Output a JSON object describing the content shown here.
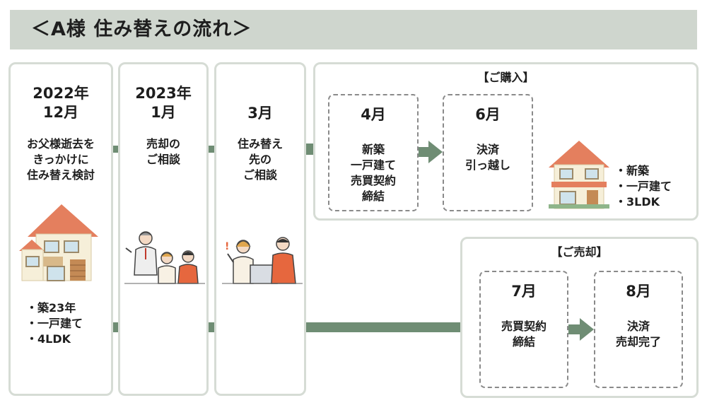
{
  "title": "＜A様 住み替えの流れ＞",
  "columns": [
    {
      "date": [
        "2022年",
        "12月"
      ],
      "text": [
        "お父様逝去を",
        "きっかけに",
        "住み替え検討"
      ],
      "bullets": [
        "築23年",
        "一戸建て",
        "4LDK"
      ]
    },
    {
      "date": [
        "2023年",
        "1月"
      ],
      "text": [
        "売却の",
        "ご相談"
      ]
    },
    {
      "date": [
        "",
        "3月"
      ],
      "text": [
        "住み替え",
        "先の",
        "ご相談"
      ]
    }
  ],
  "purchase": {
    "header": "【ご購入】",
    "steps": [
      {
        "month": "4月",
        "text": [
          "新築",
          "一戸建て",
          "売買契約",
          "締結"
        ]
      },
      {
        "month": "6月",
        "text": [
          "決済",
          "引っ越し"
        ]
      }
    ],
    "bullets": [
      "新築",
      "一戸建て",
      "3LDK"
    ]
  },
  "sale": {
    "header": "【ご売却】",
    "steps": [
      {
        "month": "7月",
        "text": [
          "売買契約",
          "締結"
        ]
      },
      {
        "month": "8月",
        "text": [
          "決済",
          "売却完了"
        ]
      }
    ]
  },
  "colors": {
    "connector": "#6f8d74",
    "title_bar": "#cfd6ce",
    "border": "#d6dcd5",
    "roof": "#e47f5e"
  },
  "icons": [
    "old-house-icon",
    "consultation-illustration",
    "laptop-consultation-illustration",
    "new-house-icon"
  ]
}
